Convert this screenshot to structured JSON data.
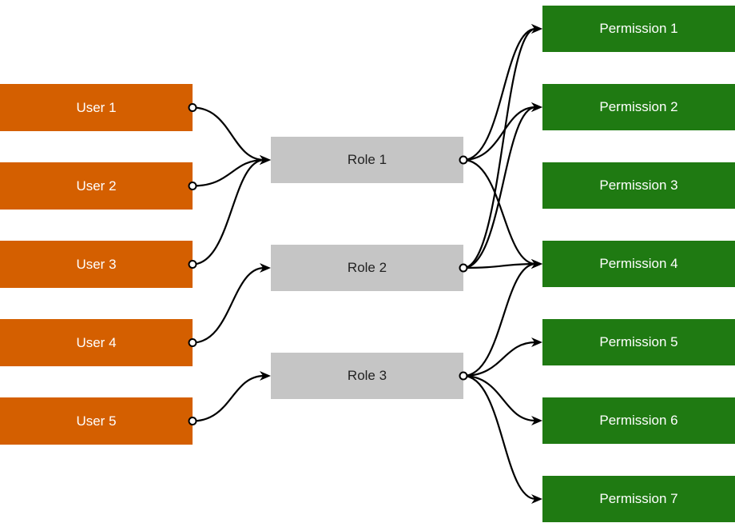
{
  "colors": {
    "user": "#d45f00",
    "role": "#c5c5c5",
    "permission": "#1f7a12",
    "user_text": "#ffffff",
    "role_text": "#222222",
    "permission_text": "#ffffff",
    "edge": "#000000"
  },
  "users": [
    {
      "id": "u1",
      "label": "User 1"
    },
    {
      "id": "u2",
      "label": "User 2"
    },
    {
      "id": "u3",
      "label": "User 3"
    },
    {
      "id": "u4",
      "label": "User 4"
    },
    {
      "id": "u5",
      "label": "User 5"
    }
  ],
  "roles": [
    {
      "id": "r1",
      "label": "Role 1"
    },
    {
      "id": "r2",
      "label": "Role 2"
    },
    {
      "id": "r3",
      "label": "Role 3"
    }
  ],
  "permissions": [
    {
      "id": "p1",
      "label": "Permission 1"
    },
    {
      "id": "p2",
      "label": "Permission 2"
    },
    {
      "id": "p3",
      "label": "Permission 3"
    },
    {
      "id": "p4",
      "label": "Permission 4"
    },
    {
      "id": "p5",
      "label": "Permission 5"
    },
    {
      "id": "p6",
      "label": "Permission 6"
    },
    {
      "id": "p7",
      "label": "Permission 7"
    }
  ],
  "edges": [
    {
      "from": "u1",
      "to": "r1"
    },
    {
      "from": "u2",
      "to": "r1"
    },
    {
      "from": "u3",
      "to": "r1"
    },
    {
      "from": "u4",
      "to": "r2"
    },
    {
      "from": "u5",
      "to": "r3"
    },
    {
      "from": "r1",
      "to": "p1"
    },
    {
      "from": "r1",
      "to": "p2"
    },
    {
      "from": "r1",
      "to": "p4"
    },
    {
      "from": "r2",
      "to": "p1"
    },
    {
      "from": "r2",
      "to": "p2"
    },
    {
      "from": "r2",
      "to": "p4"
    },
    {
      "from": "r3",
      "to": "p4"
    },
    {
      "from": "r3",
      "to": "p5"
    },
    {
      "from": "r3",
      "to": "p6"
    },
    {
      "from": "r3",
      "to": "p7"
    }
  ]
}
